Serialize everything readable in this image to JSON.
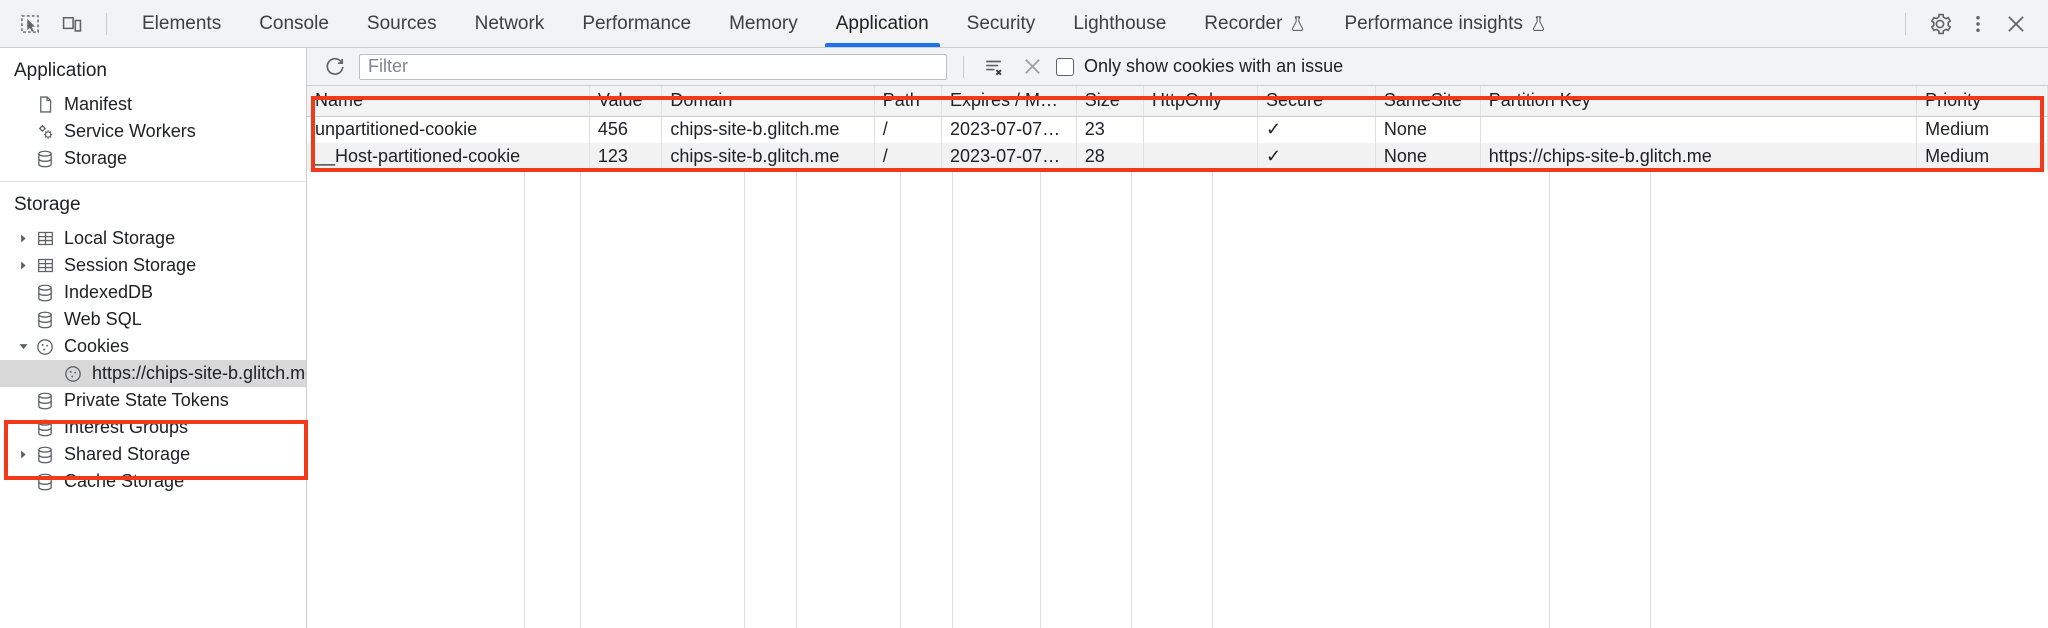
{
  "tabbar": {
    "inspect_icon": "inspect-element-icon",
    "device_icon": "device-toolbar-icon",
    "tabs": [
      {
        "label": "Elements",
        "active": false,
        "experimental": false
      },
      {
        "label": "Console",
        "active": false,
        "experimental": false
      },
      {
        "label": "Sources",
        "active": false,
        "experimental": false
      },
      {
        "label": "Network",
        "active": false,
        "experimental": false
      },
      {
        "label": "Performance",
        "active": false,
        "experimental": false
      },
      {
        "label": "Memory",
        "active": false,
        "experimental": false
      },
      {
        "label": "Application",
        "active": true,
        "experimental": false
      },
      {
        "label": "Security",
        "active": false,
        "experimental": false
      },
      {
        "label": "Lighthouse",
        "active": false,
        "experimental": false
      },
      {
        "label": "Recorder",
        "active": false,
        "experimental": true
      },
      {
        "label": "Performance insights",
        "active": false,
        "experimental": true
      }
    ],
    "settings_icon": "gear-icon",
    "more_icon": "kebab-menu-icon",
    "close_icon": "close-icon",
    "active_tab_color": "#1a73e8"
  },
  "sidebar": {
    "groups": [
      {
        "title": "Application",
        "items": [
          {
            "label": "Manifest",
            "icon": "manifest-document-icon",
            "arrow": "none",
            "indent": 1,
            "selected": false
          },
          {
            "label": "Service Workers",
            "icon": "service-workers-gears-icon",
            "arrow": "none",
            "indent": 1,
            "selected": false
          },
          {
            "label": "Storage",
            "icon": "database-icon",
            "arrow": "none",
            "indent": 1,
            "selected": false
          }
        ]
      },
      {
        "title": "Storage",
        "items": [
          {
            "label": "Local Storage",
            "icon": "table-icon",
            "arrow": "collapsed",
            "indent": 1,
            "selected": false
          },
          {
            "label": "Session Storage",
            "icon": "table-icon",
            "arrow": "collapsed",
            "indent": 1,
            "selected": false
          },
          {
            "label": "IndexedDB",
            "icon": "database-icon",
            "arrow": "none",
            "indent": 1,
            "selected": false
          },
          {
            "label": "Web SQL",
            "icon": "database-icon",
            "arrow": "none",
            "indent": 1,
            "selected": false
          },
          {
            "label": "Cookies",
            "icon": "cookie-icon",
            "arrow": "expanded",
            "indent": 1,
            "selected": false
          },
          {
            "label": "https://chips-site-b.glitch.me",
            "icon": "cookie-icon",
            "arrow": "none",
            "indent": 2,
            "selected": true
          },
          {
            "label": "Private State Tokens",
            "icon": "database-icon",
            "arrow": "none",
            "indent": 1,
            "selected": false
          },
          {
            "label": "Interest Groups",
            "icon": "database-icon",
            "arrow": "none",
            "indent": 1,
            "selected": false
          },
          {
            "label": "Shared Storage",
            "icon": "database-icon",
            "arrow": "collapsed",
            "indent": 1,
            "selected": false
          },
          {
            "label": "Cache Storage",
            "icon": "database-icon",
            "arrow": "none",
            "indent": 1,
            "selected": false
          }
        ]
      }
    ]
  },
  "filterbar": {
    "refresh_icon": "refresh-icon",
    "filter_placeholder": "Filter",
    "filter_value": "",
    "clear_filters_icon": "clear-filters-icon",
    "clear_icon": "clear-x-icon",
    "only_issues_label": "Only show cookies with an issue",
    "only_issues_checked": false
  },
  "table": {
    "columns": [
      {
        "key": "name",
        "label": "Name",
        "align": "left"
      },
      {
        "key": "value",
        "label": "Value",
        "align": "left"
      },
      {
        "key": "domain",
        "label": "Domain",
        "align": "left"
      },
      {
        "key": "path",
        "label": "Path",
        "align": "left"
      },
      {
        "key": "expires",
        "label": "Expires / M…",
        "align": "left"
      },
      {
        "key": "size",
        "label": "Size",
        "align": "right"
      },
      {
        "key": "httponly",
        "label": "HttpOnly",
        "align": "left"
      },
      {
        "key": "secure",
        "label": "Secure",
        "align": "left"
      },
      {
        "key": "samesite",
        "label": "SameSite",
        "align": "left"
      },
      {
        "key": "partition",
        "label": "Partition Key",
        "align": "left"
      },
      {
        "key": "priority",
        "label": "Priority",
        "align": "left"
      }
    ],
    "rows": [
      {
        "name": "unpartitioned-cookie",
        "value": "456",
        "domain": "chips-site-b.glitch.me",
        "path": "/",
        "expires": "2023-07-07…",
        "size": "23",
        "httponly": "",
        "secure": "✓",
        "samesite": "None",
        "partition": "",
        "priority": "Medium"
      },
      {
        "name": "__Host-partitioned-cookie",
        "value": "123",
        "domain": "chips-site-b.glitch.me",
        "path": "/",
        "expires": "2023-07-07…",
        "size": "28",
        "httponly": "",
        "secure": "✓",
        "samesite": "None",
        "partition": "https://chips-site-b.glitch.me",
        "priority": "Medium"
      }
    ]
  },
  "annotations": {
    "highlight_color": "#f4381a",
    "boxes": [
      {
        "name": "cookie-table-highlight"
      },
      {
        "name": "cookies-tree-highlight"
      }
    ]
  }
}
